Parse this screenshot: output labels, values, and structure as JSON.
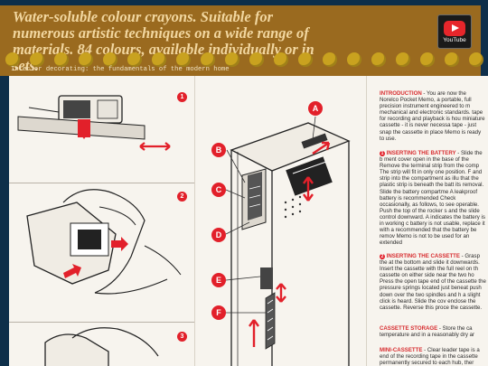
{
  "header": {
    "headline": "Water-soluble colour crayons. Suitable for numerous artistic techniques on a wide range of materials. 84 colours, available individually or in sets.",
    "subtitle": "Interior decorating: the fundamentals of the modern home",
    "youtube_label": "YouTube",
    "dot_color": "#c9a21f",
    "accent_color": "#9a6a1f"
  },
  "leaflet": {
    "step_markers": [
      "1",
      "2",
      "3"
    ],
    "letter_callouts": [
      "A",
      "B",
      "C",
      "D",
      "E",
      "F"
    ],
    "sections": [
      {
        "heading": "INTRODUCTION",
        "text": " - You are now the Norelco Pocket Memo, a portable, full precision instrument engineered to m mechanical and electronic standards. tape for recording and playback is hou miniature cassette - it is never necessa tape - just snap the cassette in place Memo is ready to use."
      },
      {
        "heading": "INSERTING THE BATTERY",
        "text": " - Slide the b ment cover open in the base of the Remove the terminal strip from the comp The strip will fit in only one position. F and strip into the compartment as illu that the plastic strip is beneath the batt its removal. Slide the battery compartme A leakproof battery is recommended Check occasionally, as follows, to see operable. Push the top of the rocker s and the slide control downward. A indicates the battery is in working c battery is not usable, replace it with a recommended that the battery be remov Memo is not to be used for an extended"
      },
      {
        "heading": "INSERTING THE CASSETTE",
        "text": " - Grasp the at the bottom and slide it downwards. Insert the cassette with the full reel on th cassette on either side near the two ho Press the open tape end of the cassette the pressure springs located just beneat push down over the two spindles and h a slight click is heard. Slide the cov enclose the cassette. Reverse this proce the cassette."
      },
      {
        "heading": "CASSETTE STORAGE",
        "text": " - Store the ca temperature and in a reasonably dry ar"
      },
      {
        "heading": "MINI-CASSETTE",
        "text": " - Clear leader tape is a end of the recording tape in the cassette permanently secured to each hub, ther"
      }
    ]
  }
}
